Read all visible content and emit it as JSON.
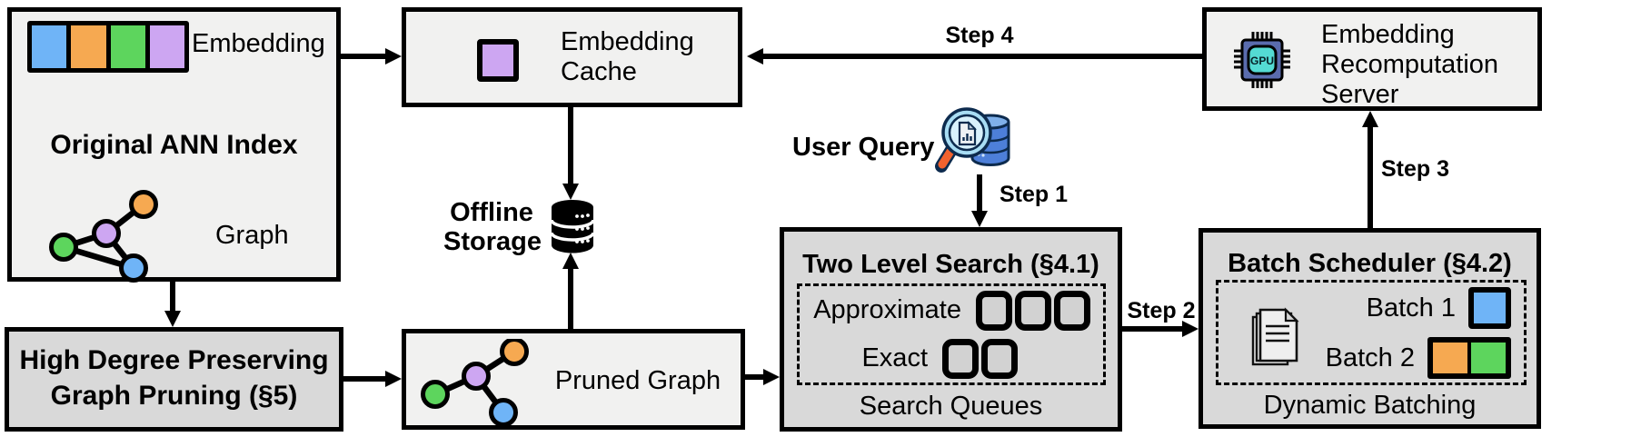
{
  "colors": {
    "blue": "#6fb4f7",
    "orange": "#f6a951",
    "green": "#5dd55d",
    "purple": "#cda6f2",
    "box-light": "#f1f1f0",
    "box-dark": "#d9d9d9",
    "queue": "#d2d2d2",
    "gpu-outer": "#5a6cae",
    "gpu-inner": "#54dbd3",
    "db-blue": "#4d7fd9",
    "db-blue-light": "#7fb0ea",
    "lens-ring": "#a8ddf4",
    "lens-fill": "#d9f1fc",
    "handle-orange": "#f2622e",
    "ink-navy": "#0d2b4e"
  },
  "ann_index": {
    "title": "Original ANN Index",
    "embedding_label": "Embedding",
    "graph_label": "Graph"
  },
  "graph_pruning": {
    "line1": "High Degree Preserving",
    "line2": "Graph Pruning (§5)"
  },
  "embedding_cache": {
    "line1": "Embedding",
    "line2": "Cache"
  },
  "offline_storage": {
    "line1": "Offline",
    "line2": "Storage"
  },
  "pruned_graph": {
    "label": "Pruned Graph"
  },
  "user_query": {
    "label": "User Query"
  },
  "two_level_search": {
    "title": "Two Level Search (§4.1)",
    "approximate_label": "Approximate",
    "exact_label": "Exact",
    "footer": "Search Queues"
  },
  "batch_scheduler": {
    "title": "Batch Scheduler (§4.2)",
    "batch1_label": "Batch 1",
    "batch2_label": "Batch 2",
    "footer": "Dynamic Batching"
  },
  "recompute_server": {
    "line1": "Embedding",
    "line2": "Recomputation",
    "line3": "Server",
    "chip_label": "GPU"
  },
  "steps": {
    "step1": "Step 1",
    "step2": "Step 2",
    "step3": "Step 3",
    "step4": "Step 4"
  }
}
